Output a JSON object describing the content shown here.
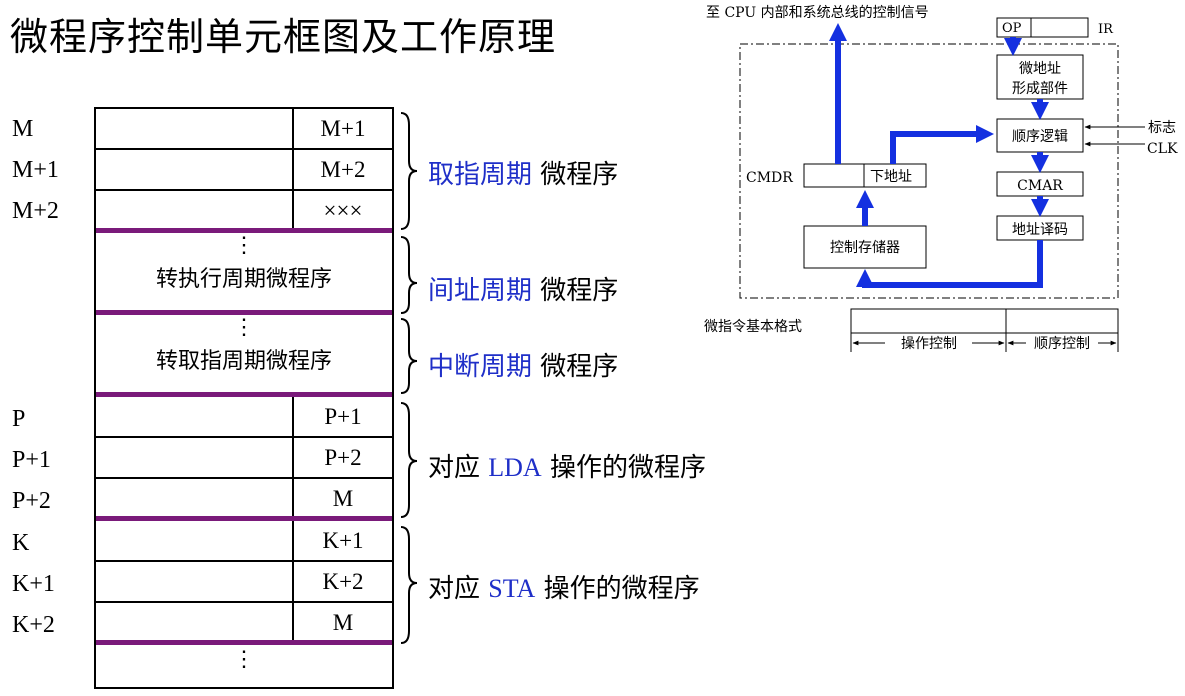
{
  "title": "微程序控制单元框图及工作原理",
  "memory": {
    "addresses": [
      "M",
      "M+1",
      "M+2",
      "P",
      "P+1",
      "P+2",
      "K",
      "K+1",
      "K+2"
    ],
    "fetch_rows": [
      "M+1",
      "M+2",
      "×××"
    ],
    "indirect_text": "转执行周期微程序",
    "interrupt_text": "转取指周期微程序",
    "lda_rows": [
      "P+1",
      "P+2",
      "M"
    ],
    "sta_rows": [
      "K+1",
      "K+2",
      "M"
    ],
    "ellipsis": "⋮"
  },
  "labels": {
    "fetch": {
      "blue": "取指周期",
      "rest": " 微程序"
    },
    "indirect": {
      "blue": "间址周期",
      "rest": " 微程序"
    },
    "interrupt": {
      "blue": "中断周期",
      "rest": " 微程序"
    },
    "lda": {
      "pre": "对应 ",
      "blue": "LDA",
      "rest": " 操作的微程序"
    },
    "sta": {
      "pre": "对应 ",
      "blue": "STA",
      "rest": " 操作的微程序"
    }
  },
  "diagram": {
    "top_signal": "至 CPU 内部和系统总线的控制信号",
    "op": "OP",
    "ir": "IR",
    "addr_former_1": "微地址",
    "addr_former_2": "形成部件",
    "seq_logic": "顺序逻辑",
    "flag": "标志",
    "clk": "CLK",
    "cmdr": "CMDR",
    "next_addr": "下地址",
    "cmar": "CMAR",
    "addr_decode": "地址译码",
    "ctrl_store": "控制存储器",
    "format_label": "微指令基本格式",
    "op_ctrl": "操作控制",
    "seq_ctrl": "顺序控制"
  },
  "colors": {
    "blue": "#1f2fc8",
    "purple": "#7a1a7a",
    "arrow_blue": "#1430e0"
  }
}
